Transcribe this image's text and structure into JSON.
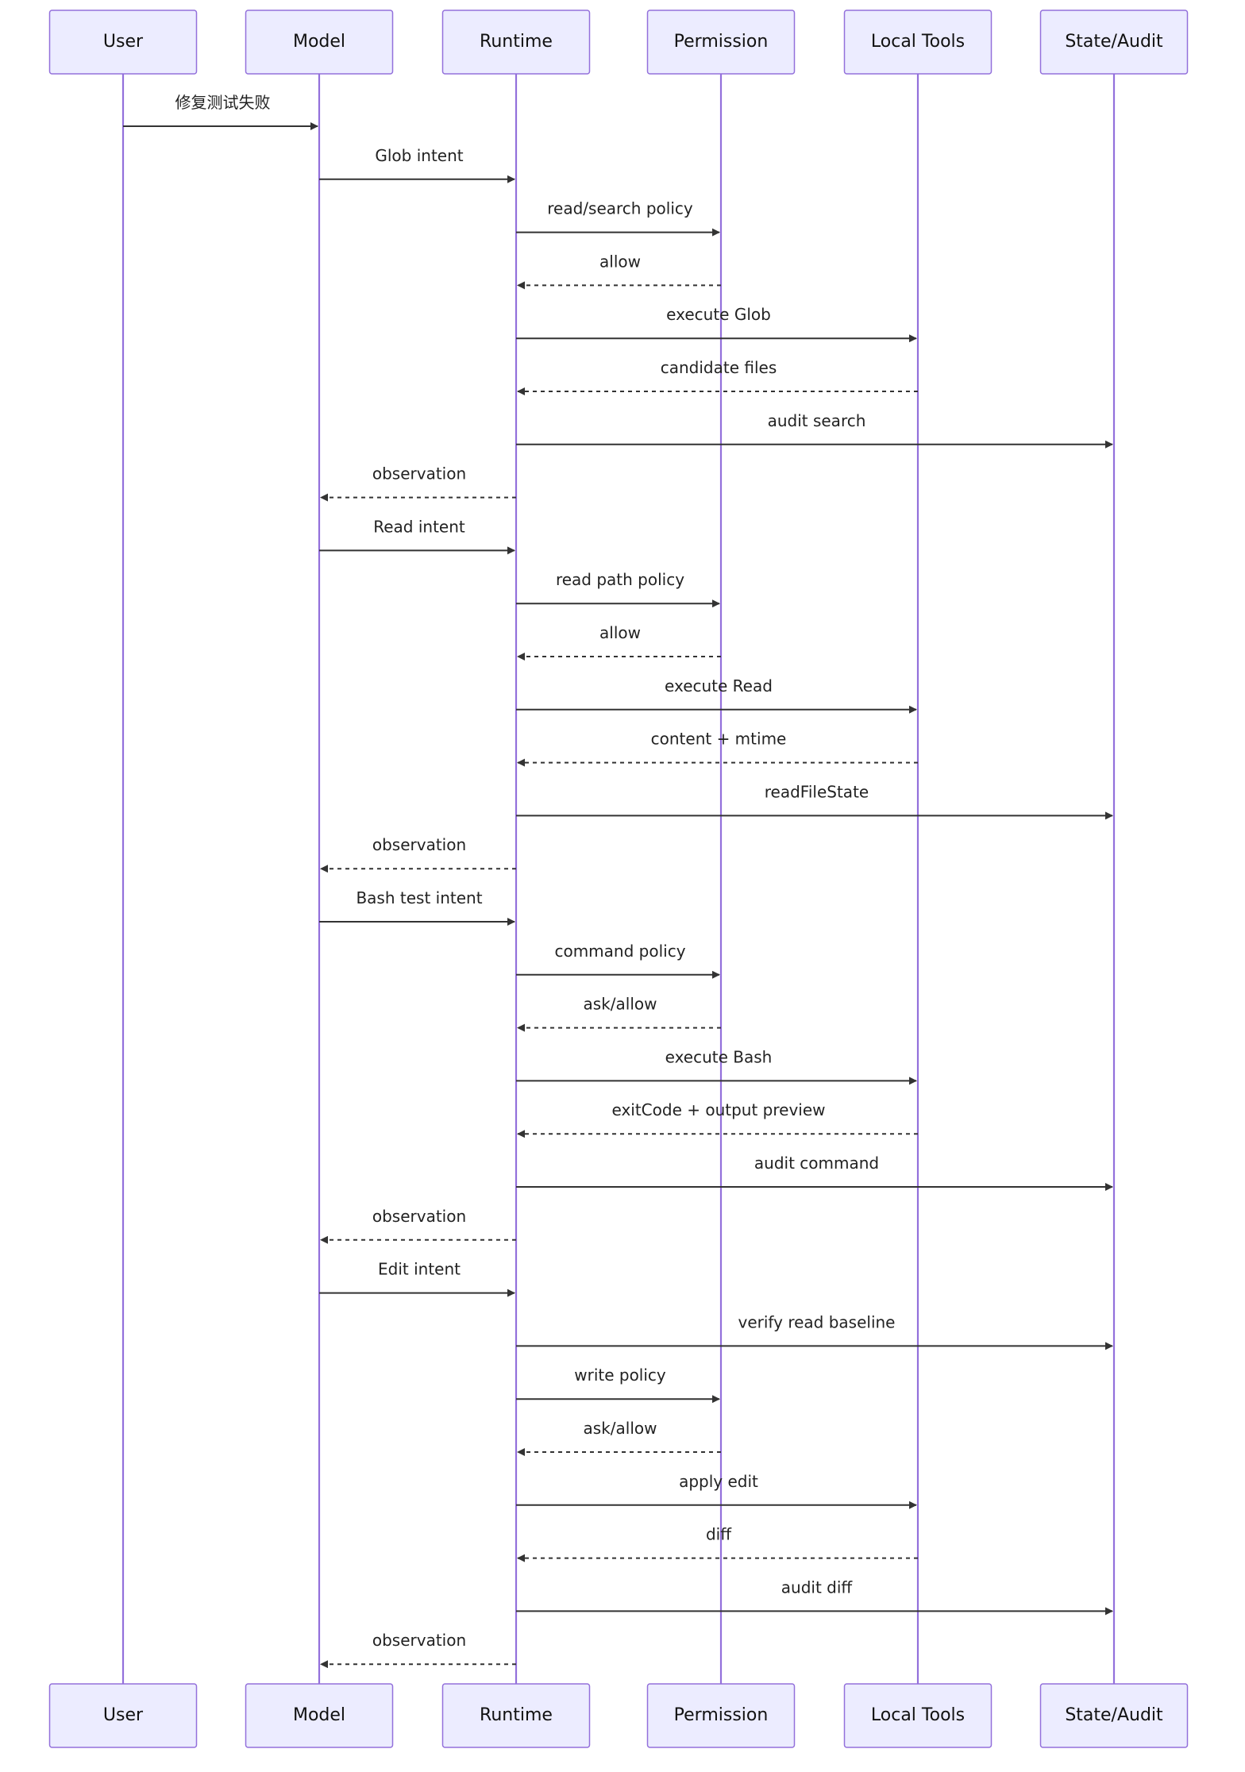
{
  "diagram": {
    "type": "sequence",
    "participants": [
      {
        "id": "user",
        "label": "User"
      },
      {
        "id": "model",
        "label": "Model"
      },
      {
        "id": "runtime",
        "label": "Runtime"
      },
      {
        "id": "permission",
        "label": "Permission"
      },
      {
        "id": "tools",
        "label": "Local Tools"
      },
      {
        "id": "state",
        "label": "State/Audit"
      }
    ],
    "messages": [
      {
        "from": "user",
        "to": "model",
        "label": "修复测试失败",
        "style": "solid"
      },
      {
        "from": "model",
        "to": "runtime",
        "label": "Glob intent",
        "style": "solid"
      },
      {
        "from": "runtime",
        "to": "permission",
        "label": "read/search policy",
        "style": "solid"
      },
      {
        "from": "permission",
        "to": "runtime",
        "label": "allow",
        "style": "dashed"
      },
      {
        "from": "runtime",
        "to": "tools",
        "label": "execute Glob",
        "style": "solid"
      },
      {
        "from": "tools",
        "to": "runtime",
        "label": "candidate files",
        "style": "dashed"
      },
      {
        "from": "runtime",
        "to": "state",
        "label": "audit search",
        "style": "solid"
      },
      {
        "from": "runtime",
        "to": "model",
        "label": "observation",
        "style": "dashed"
      },
      {
        "from": "model",
        "to": "runtime",
        "label": "Read intent",
        "style": "solid"
      },
      {
        "from": "runtime",
        "to": "permission",
        "label": "read path policy",
        "style": "solid"
      },
      {
        "from": "permission",
        "to": "runtime",
        "label": "allow",
        "style": "dashed"
      },
      {
        "from": "runtime",
        "to": "tools",
        "label": "execute Read",
        "style": "solid"
      },
      {
        "from": "tools",
        "to": "runtime",
        "label": "content + mtime",
        "style": "dashed"
      },
      {
        "from": "runtime",
        "to": "state",
        "label": "readFileState",
        "style": "solid"
      },
      {
        "from": "runtime",
        "to": "model",
        "label": "observation",
        "style": "dashed"
      },
      {
        "from": "model",
        "to": "runtime",
        "label": "Bash test intent",
        "style": "solid"
      },
      {
        "from": "runtime",
        "to": "permission",
        "label": "command policy",
        "style": "solid"
      },
      {
        "from": "permission",
        "to": "runtime",
        "label": "ask/allow",
        "style": "dashed"
      },
      {
        "from": "runtime",
        "to": "tools",
        "label": "execute Bash",
        "style": "solid"
      },
      {
        "from": "tools",
        "to": "runtime",
        "label": "exitCode + output preview",
        "style": "dashed"
      },
      {
        "from": "runtime",
        "to": "state",
        "label": "audit command",
        "style": "solid"
      },
      {
        "from": "runtime",
        "to": "model",
        "label": "observation",
        "style": "dashed"
      },
      {
        "from": "model",
        "to": "runtime",
        "label": "Edit intent",
        "style": "solid"
      },
      {
        "from": "runtime",
        "to": "state",
        "label": "verify read baseline",
        "style": "solid"
      },
      {
        "from": "runtime",
        "to": "permission",
        "label": "write policy",
        "style": "solid"
      },
      {
        "from": "permission",
        "to": "runtime",
        "label": "ask/allow",
        "style": "dashed"
      },
      {
        "from": "runtime",
        "to": "tools",
        "label": "apply edit",
        "style": "solid"
      },
      {
        "from": "tools",
        "to": "runtime",
        "label": "diff",
        "style": "dashed"
      },
      {
        "from": "runtime",
        "to": "state",
        "label": "audit diff",
        "style": "solid"
      },
      {
        "from": "runtime",
        "to": "model",
        "label": "observation",
        "style": "dashed"
      }
    ],
    "colors": {
      "actor_fill": "#ececff",
      "actor_border": "#9370db",
      "lifeline": "#9370db",
      "arrow": "#333333",
      "text": "#222222"
    }
  }
}
